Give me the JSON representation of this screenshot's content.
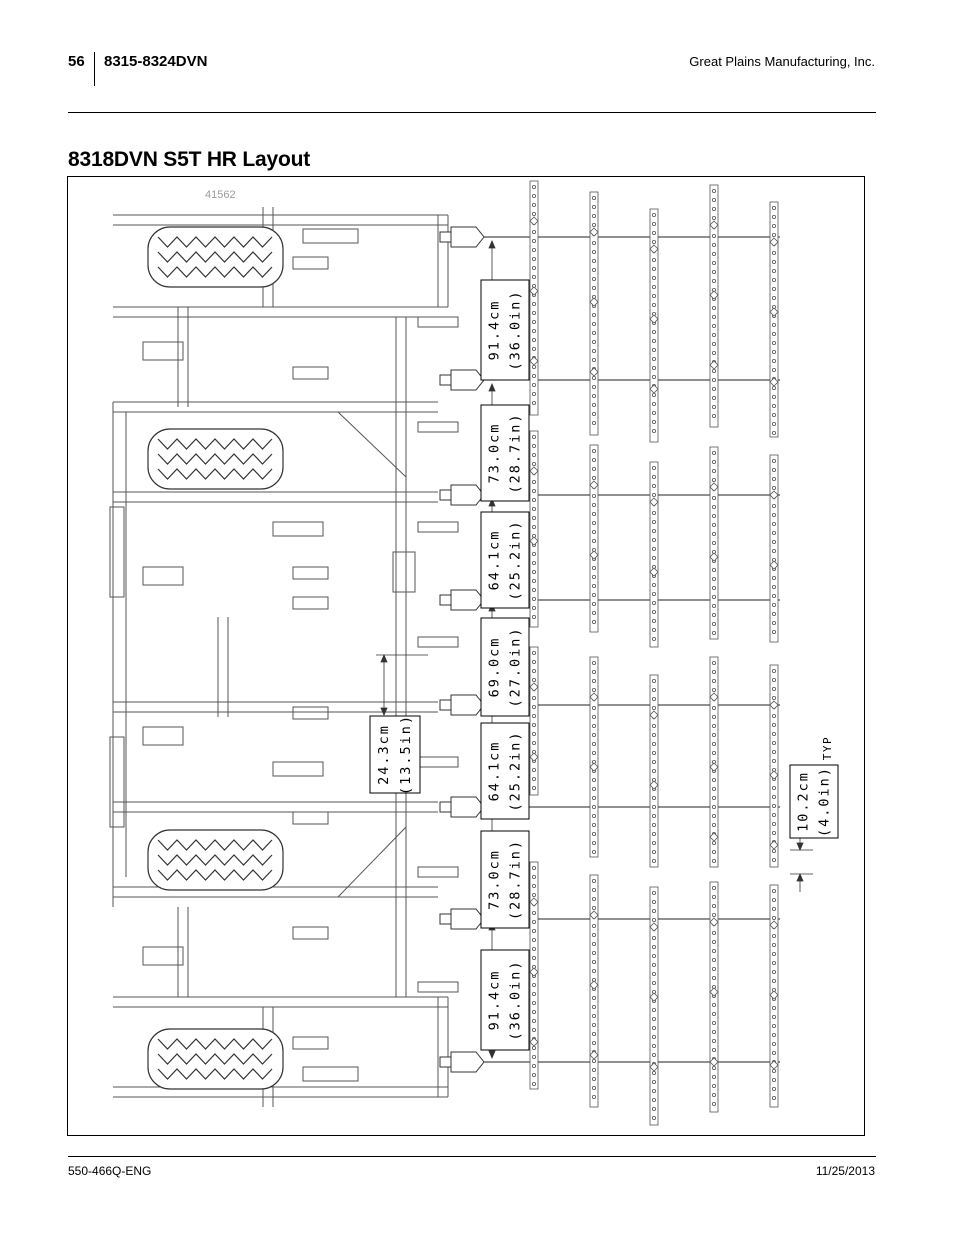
{
  "header": {
    "page_number": "56",
    "model": "8315-8324DVN",
    "company": "Great Plains Manufacturing, Inc."
  },
  "section_title": "8318DVN S5T HR Layout",
  "figure": {
    "figure_id": "41562",
    "dimensions": [
      {
        "cm": "91.4cm",
        "in": "(36.0in)"
      },
      {
        "cm": "73.0cm",
        "in": "(28.7in)"
      },
      {
        "cm": "64.1cm",
        "in": "(25.2in)"
      },
      {
        "cm": "69.0cm",
        "in": "(27.0in)"
      },
      {
        "cm": "64.1cm",
        "in": "(25.2in)"
      },
      {
        "cm": "73.0cm",
        "in": "(28.7in)"
      },
      {
        "cm": "91.4cm",
        "in": "(36.0in)"
      }
    ],
    "offset_dim": {
      "cm": "24.3cm",
      "in": "(13.5in)"
    },
    "spacing_dim": {
      "cm": "10.2cm",
      "in": "(4.0in)",
      "note": "TYP"
    }
  },
  "footer": {
    "doc_number": "550-466Q-ENG",
    "date": "11/25/2013"
  }
}
